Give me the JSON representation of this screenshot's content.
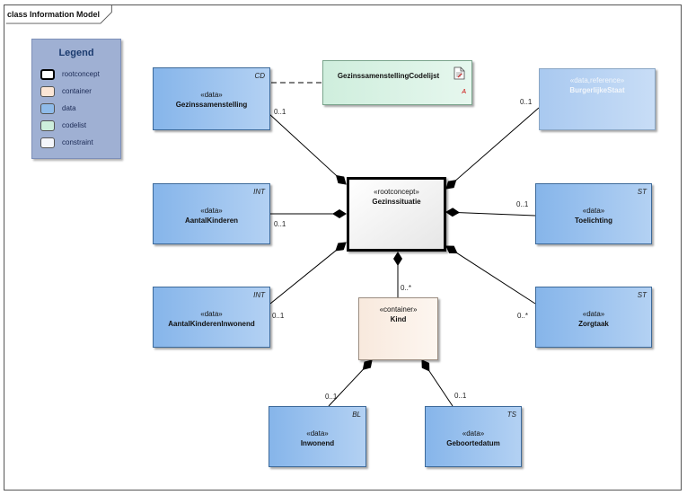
{
  "frame": {
    "title": "class Information Model"
  },
  "legend": {
    "title": "Legend",
    "items": [
      {
        "label": "rootconcept",
        "color": "#ffffff"
      },
      {
        "label": "container",
        "color": "#fbe6d6"
      },
      {
        "label": "data",
        "color": "#8fbbe9"
      },
      {
        "label": "codelist",
        "color": "#cdeedc"
      },
      {
        "label": "constraint",
        "color": "#f4f6fb"
      }
    ]
  },
  "nodes": {
    "gezinssamenstelling": {
      "stereotype": "«data»",
      "name": "Gezinssamenstelling",
      "tag": "CD"
    },
    "codelijst": {
      "name": "GezinssamenstellingCodelijst",
      "marker": "A"
    },
    "burgerlijke_staat": {
      "stereotype": "«data,reference»",
      "name": "BurgerlijkeStaat"
    },
    "aantal_kinderen": {
      "stereotype": "«data»",
      "name": "AantalKinderen",
      "tag": "INT"
    },
    "gezinssituatie": {
      "stereotype": "«rootconcept»",
      "name": "Gezinssituatie"
    },
    "toelichting": {
      "stereotype": "«data»",
      "name": "Toelichting",
      "tag": "ST"
    },
    "aantal_kinderen_inwonend": {
      "stereotype": "«data»",
      "name": "AantalKinderenInwonend",
      "tag": "INT"
    },
    "kind": {
      "stereotype": "«container»",
      "name": "Kind"
    },
    "zorgtaak": {
      "stereotype": "«data»",
      "name": "Zorgtaak",
      "tag": "ST"
    },
    "inwonend": {
      "stereotype": "«data»",
      "name": "Inwonend",
      "tag": "BL"
    },
    "geboortedatum": {
      "stereotype": "«data»",
      "name": "Geboortedatum",
      "tag": "TS"
    }
  },
  "multiplicities": {
    "gezinssamenstelling": "0..1",
    "burgerlijke_staat": "0..1",
    "aantal_kinderen": "0..1",
    "toelichting": "0..1",
    "aantal_kinderen_inwonend": "0..1",
    "kind": "0..*",
    "zorgtaak": "0..*",
    "inwonend": "0..1",
    "geboortedatum": "0..1"
  }
}
